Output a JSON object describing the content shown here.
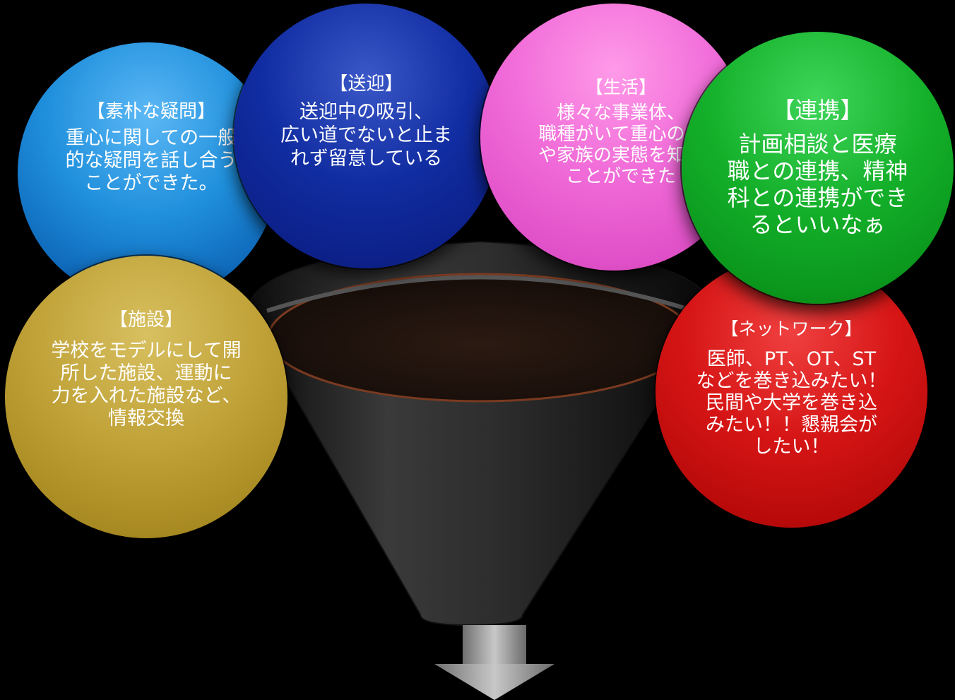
{
  "bubbles": {
    "question": {
      "heading": "【素朴な疑問】",
      "body": "重心に関しての一般\n的な疑問を話し合う\nことができた。"
    },
    "transport": {
      "heading": "【送迎】",
      "body": "送迎中の吸引、\n広い道でないと止ま\nれず留意している"
    },
    "life": {
      "heading": "【生活】",
      "body": "様々な事業体、\n職種がいて重心の人\nや家族の実態を知る\nことができた"
    },
    "link": {
      "heading": "【連携】",
      "body": "計画相談と医療\n職との連携、精神\n科との連携ができ\nるといいなぁ"
    },
    "facility": {
      "heading": "【施設】",
      "body": "学校をモデルにして開\n所した施設、運動に\n力を入れた施設など、\n情報交換"
    },
    "network": {
      "heading": "【ネットワーク】",
      "body": "医師、PT、OT、ST\nなどを巻き込みたい！\n民間や大学を巻き込\nみたい！！懇親会が\nしたい！"
    }
  },
  "colors": {
    "question": "#1f8fdc",
    "transport": "#112da2",
    "life": "#f06ad8",
    "link": "#14b02a",
    "facility": "#c0a238",
    "network": "#d61515",
    "funnel": "#2a2a2a",
    "arrow": "#a0a0a0"
  }
}
